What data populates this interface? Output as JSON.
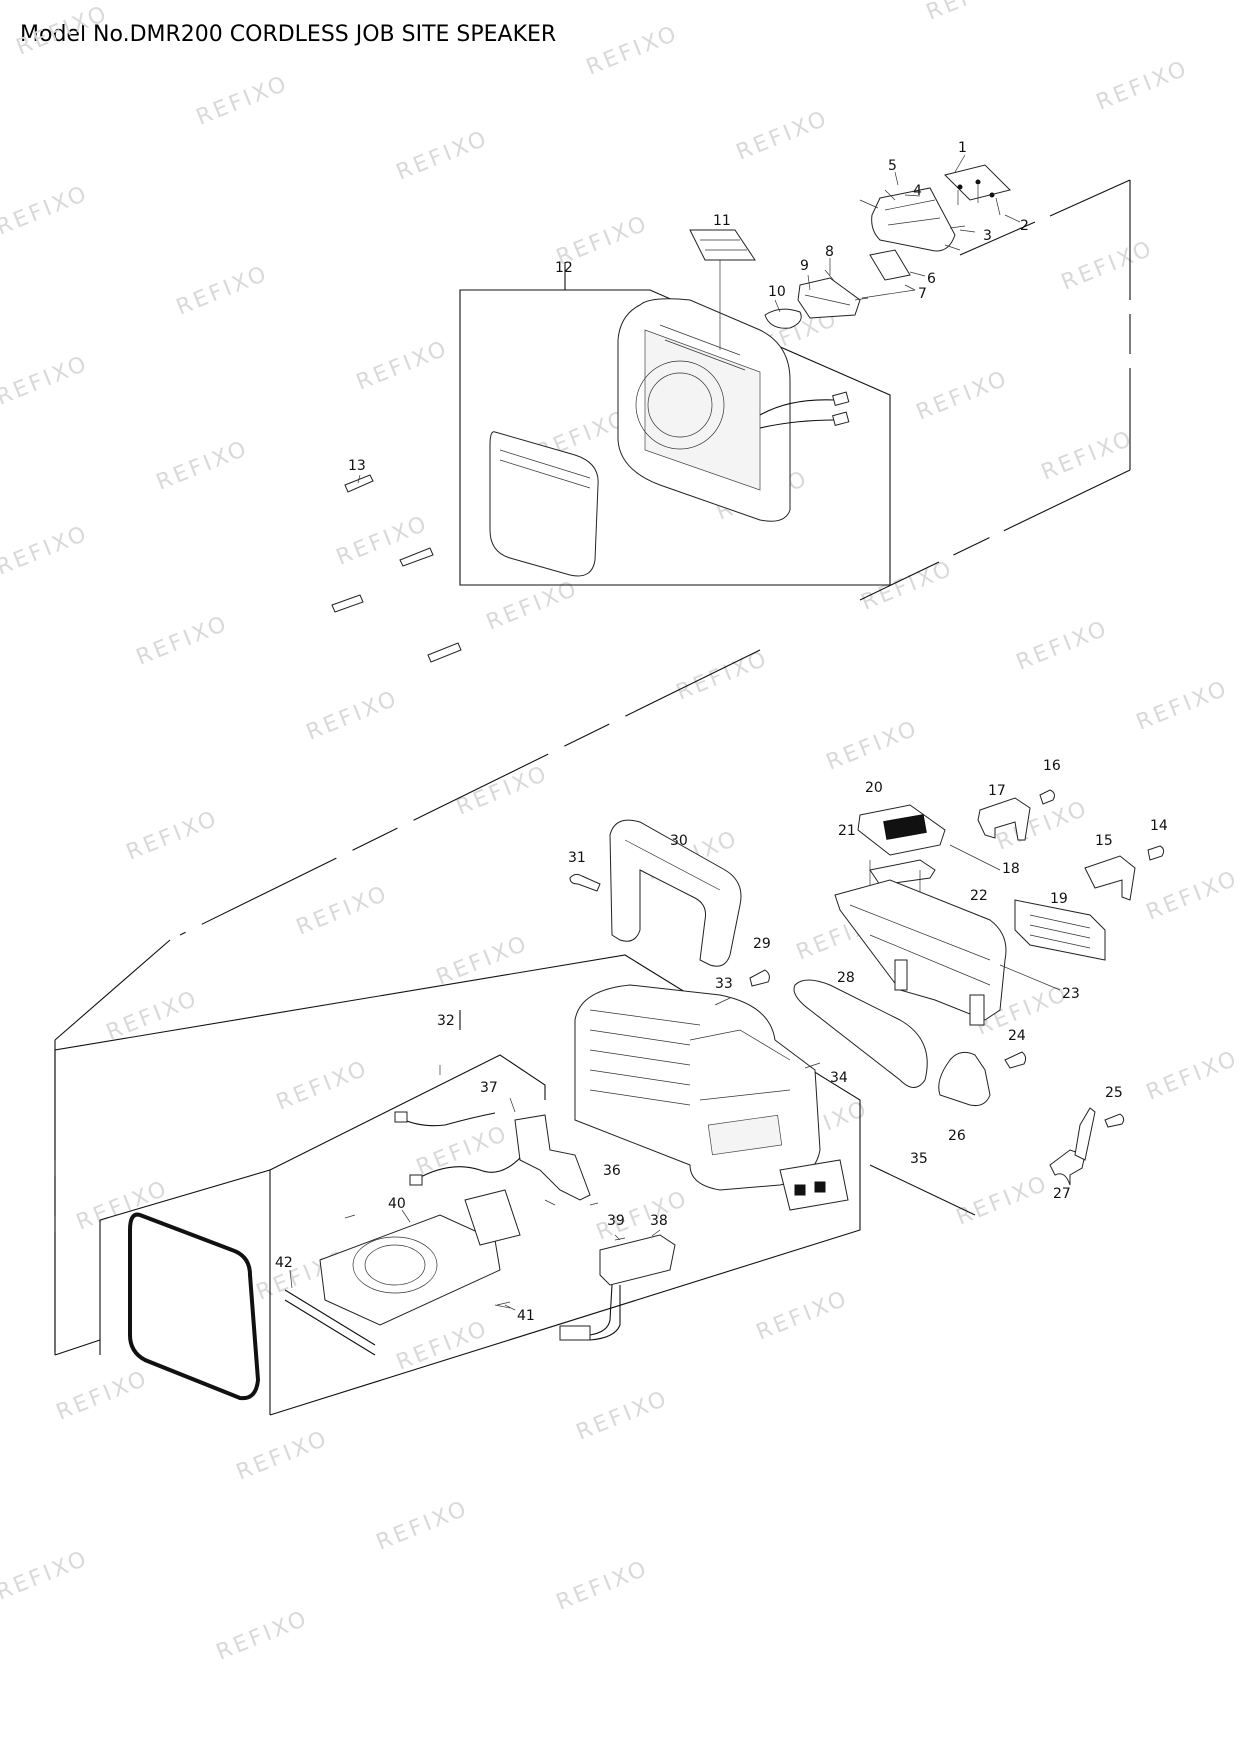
{
  "title": "Model No.DMR200 CORDLESS JOB SITE SPEAKER",
  "watermark": "REFIXO",
  "callouts": [
    "1",
    "2",
    "3",
    "4",
    "5",
    "6",
    "7",
    "8",
    "9",
    "10",
    "11",
    "12",
    "13",
    "14",
    "15",
    "16",
    "17",
    "18",
    "19",
    "20",
    "21",
    "22",
    "23",
    "24",
    "25",
    "26",
    "27",
    "28",
    "29",
    "30",
    "31",
    "32",
    "33",
    "34",
    "35",
    "36",
    "37",
    "38",
    "39",
    "40",
    "41",
    "42"
  ]
}
